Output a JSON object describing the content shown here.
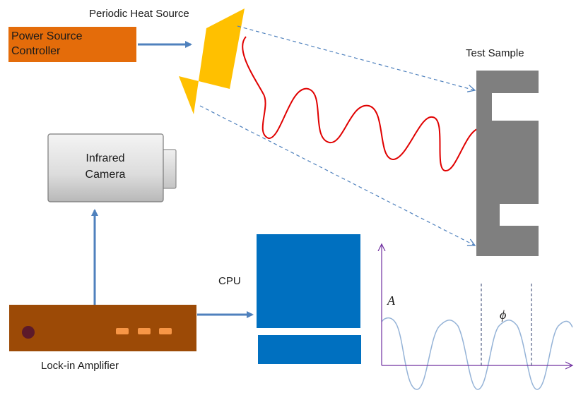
{
  "labels": {
    "heat_source": "Periodic Heat Source",
    "power_line1": "Power Source",
    "power_line2": "Controller",
    "test_sample": "Test Sample",
    "camera_line1": "Infrared",
    "camera_line2": "Camera",
    "cpu": "CPU",
    "lockin": "Lock-in Amplifier",
    "amplitude": "A",
    "phase": "ϕ"
  },
  "colors": {
    "power_box": "#e46c0a",
    "heat_source": "#ffc000",
    "arrow": "#4f81bd",
    "wave": "#e00000",
    "sample": "#7f7f7f",
    "cpu": "#0070c0",
    "lockin": "#9c4a06",
    "lockin_knob": "#5c1a2a",
    "lockin_lights": "#f79646",
    "graph_axis": "#7030a0",
    "graph_wave": "#95b3d7",
    "beam": "#4f81bd"
  },
  "icons": {
    "camera": "infrared-camera-icon",
    "heat_source": "heat-source-panel",
    "sample": "test-sample-shape"
  }
}
